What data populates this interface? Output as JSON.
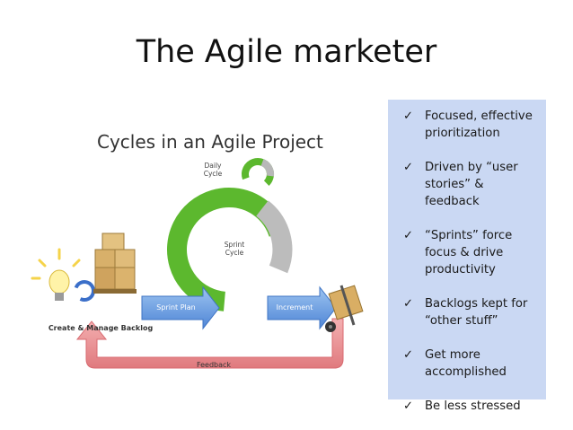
{
  "slide": {
    "title": "The Agile marketer"
  },
  "diagram": {
    "title": "Cycles in an Agile Project",
    "labels": {
      "daily_cycle_line1": "Daily",
      "daily_cycle_line2": "Cycle",
      "sprint_cycle_line1": "Sprint",
      "sprint_cycle_line2": "Cycle",
      "sprint_plan": "Sprint Plan",
      "increment": "Increment",
      "backlog": "Create & Manage Backlog",
      "feedback": "Feedback"
    },
    "icons": [
      "lightbulb-icon",
      "refresh-icon",
      "boxes-icon",
      "hand-truck-icon"
    ],
    "colors": {
      "green": "#5cb82e",
      "blue_arrow": "#6aa0e0",
      "red_arrow": "#e8868a"
    }
  },
  "panel": {
    "bullets": [
      {
        "check": "✓",
        "text": "Focused, effective prioritization"
      },
      {
        "check": "✓",
        "text": "Driven by “user stories” & feedback"
      },
      {
        "check": "✓",
        "text": "“Sprints” force focus & drive productivity"
      },
      {
        "check": "✓",
        "text": "Backlogs kept for “other stuff”"
      },
      {
        "check": "✓",
        "text": "Get more accomplished"
      },
      {
        "check": "✓",
        "text": "Be less stressed"
      }
    ],
    "background": "#cad8f3"
  }
}
